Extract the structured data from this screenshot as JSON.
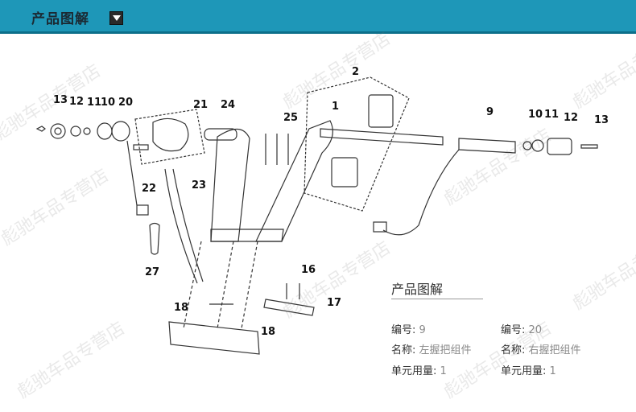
{
  "header": {
    "title": "产品图解",
    "accent": "#1e97b8"
  },
  "watermark": {
    "text": "彪驰车品专营店"
  },
  "callouts": {
    "c1": "1",
    "c2": "2",
    "c9": "9",
    "c10a": "10",
    "c11a": "11",
    "c12a": "12",
    "c13a": "13",
    "c10b": "10",
    "c11b": "11",
    "c12b": "12",
    "c13b": "13",
    "c16": "16",
    "c17": "17",
    "c18a": "18",
    "c18b": "18",
    "c20": "20",
    "c21": "21",
    "c22": "22",
    "c23": "23",
    "c24": "24",
    "c25": "25",
    "c27": "27"
  },
  "info": {
    "title": "产品图解",
    "left": {
      "number_label": "编号:",
      "number_value": "9",
      "name_label": "名称:",
      "name_value": "左握把组件",
      "qty_label": "单元用量:",
      "qty_value": "1"
    },
    "right": {
      "number_label": "编号:",
      "number_value": "20",
      "name_label": "名称:",
      "name_value": "右握把组件",
      "qty_label": "单元用量:",
      "qty_value": "1"
    }
  }
}
